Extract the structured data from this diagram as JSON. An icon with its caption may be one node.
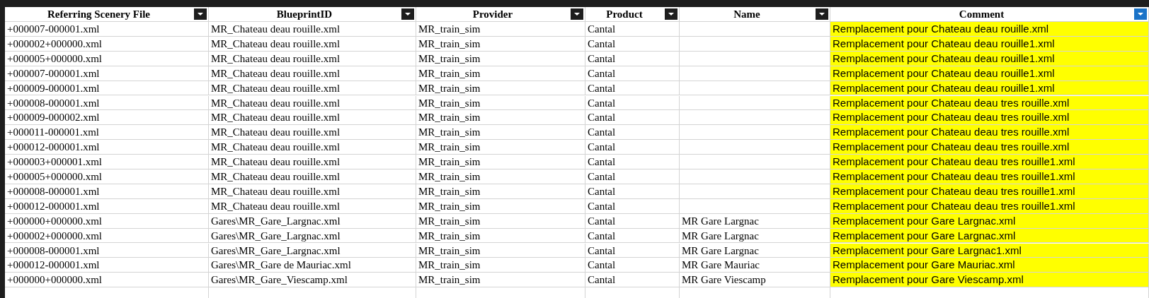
{
  "diagram": {
    "labels": [
      "Referring Scenery File",
      "BlueprintID",
      "Provider",
      "Product",
      "Name",
      "Comment",
      "+000007-000001.xml",
      "MR_Chateau deau rouille.xml",
      "MR_train_sim",
      "Cantal",
      "Remplacement pour Chateau deau rouille.xml",
      "+000002+000000.xml",
      "MR_Chateau deau rouille.xml",
      "MR_train_sim",
      "Cantal",
      "Remplacement pour Chateau deau rouille1.xml",
      "+000005+000000.xml",
      "MR_Chateau deau rouille.xml",
      "MR_train_sim",
      "Cantal",
      "Remplacement pour Chateau deau rouille1.xml",
      "+000007-000001.xml",
      "MR_Chateau deau rouille.xml",
      "MR_train_sim",
      "Cantal",
      "Remplacement pour Chateau deau rouille1.xml",
      "+000009-000001.xml",
      "MR_Chateau deau rouille.xml",
      "MR_train_sim",
      "Cantal",
      "Remplacement pour Chateau deau rouille1.xml",
      "+000008-000001.xml",
      "MR_Chateau deau rouille.xml",
      "MR_train_sim",
      "Cantal",
      "Remplacement pour Chateau deau tres rouille.xml",
      "+000009-000002.xml",
      "MR_Chateau deau rouille.xml",
      "MR_train_sim",
      "Cantal",
      "Remplacement pour Chateau deau tres rouille.xml",
      "+000011-000001.xml",
      "MR_Chateau deau rouille.xml",
      "MR_train_sim",
      "Cantal",
      "Remplacement pour Chateau deau tres rouille.xml",
      "+000012-000001.xml",
      "MR_Chateau deau rouille.xml",
      "MR_train_sim",
      "Cantal",
      "Remplacement pour Chateau deau tres rouille.xml",
      "+000003+000001.xml",
      "MR_Chateau deau rouille.xml",
      "MR_train_sim",
      "Cantal",
      "Remplacement pour Chateau deau tres rouille1.xml",
      "+000005+000000.xml",
      "MR_Chateau deau rouille.xml",
      "MR_train_sim",
      "Cantal",
      "Remplacement pour Chateau deau tres rouille1.xml",
      "+000008-000001.xml",
      "MR_Chateau deau rouille.xml",
      "MR_train_sim",
      "Cantal",
      "Remplacement pour Chateau deau tres rouille1.xml",
      "+000012-000001.xml",
      "MR_Chateau deau rouille.xml",
      "MR_train_sim",
      "Cantal",
      "Remplacement pour Chateau deau tres rouille1.xml",
      "+000000+000000.xml",
      "Gares\\MR_Gare_Largnac.xml",
      "MR_train_sim",
      "Cantal",
      "MR Gare Largnac",
      "Remplacement pour Gare Largnac.xml",
      "+000002+000000.xml",
      "Gares\\MR_Gare_Largnac.xml",
      "MR_train_sim",
      "Cantal",
      "MR Gare Largnac",
      "Remplacement pour Gare Largnac.xml",
      "+000008-000001.xml",
      "Gares\\MR_Gare_Largnac.xml",
      "MR_train_sim",
      "Cantal",
      "MR Gare Largnac",
      "Remplacement pour Gare Largnac1.xml",
      "+000012-000001.xml",
      "Gares\\MR_Gare de Mauriac.xml",
      "MR_train_sim",
      "Cantal",
      "MR Gare Mauriac",
      "Remplacement pour Gare Mauriac.xml",
      "+000000+000000.xml",
      "Gares\\MR_Gare_Viescamp.xml",
      "MR_train_sim",
      "Cantal",
      "MR Gare Viescamp",
      "Remplacement pour Gare Viescamp.xml"
    ]
  }
}
